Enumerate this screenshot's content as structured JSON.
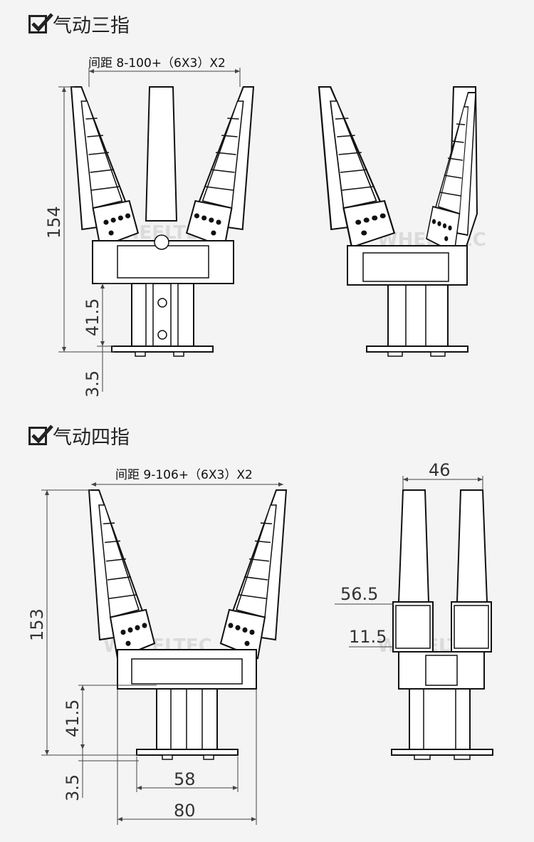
{
  "sections": {
    "three_finger": {
      "title": "气动三指"
    },
    "four_finger": {
      "title": "气动四指"
    }
  },
  "three_finger_front": {
    "span_label": "间距 8-100+（6X3）X2",
    "height_total": "154",
    "height_cylinder": "41.5",
    "height_plate": "3.5"
  },
  "four_finger_front": {
    "span_label": "间距 9-106+（6X3）X2",
    "height_total": "153",
    "height_cylinder": "41.5",
    "height_plate": "3.5",
    "width_inner": "58",
    "width_outer": "80"
  },
  "four_finger_side": {
    "width_top": "46",
    "height_a": "56.5",
    "height_b": "11.5"
  },
  "watermark": {
    "text": "WHEELTEC"
  },
  "colors": {
    "line": "#111111",
    "dimension": "#444444",
    "background": "#f4f4f4"
  }
}
